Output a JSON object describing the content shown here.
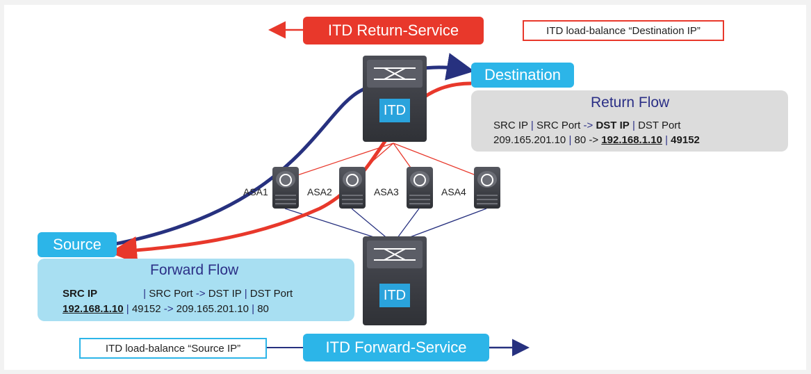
{
  "return_service": {
    "label": "ITD Return-Service",
    "note": "ITD load-balance “Destination IP”",
    "color": "#e8382b"
  },
  "forward_service": {
    "label": "ITD Forward-Service",
    "note": "ITD load-balance “Source IP”",
    "color": "#2cb5e8"
  },
  "nodes": {
    "destination": "Destination",
    "source": "Source",
    "top_switch_badge": "ITD",
    "bottom_switch_badge": "ITD",
    "firewalls": [
      "ASA1",
      "ASA2",
      "ASA3",
      "ASA4"
    ]
  },
  "return_flow": {
    "title": "Return Flow",
    "header": {
      "src_ip": "SRC IP",
      "sep1": "|",
      "src_port": "SRC Port",
      "arrow": "->",
      "dst_ip": "DST IP",
      "sep2": "|",
      "dst_port": "DST Port"
    },
    "values": {
      "src_ip": "209.165.201.10",
      "sep1": "|",
      "src_port": "80",
      "arrow": "->",
      "dst_ip": "192.168.1.10",
      "sep2": "|",
      "dst_port": "49152"
    }
  },
  "forward_flow": {
    "title": "Forward Flow",
    "header": {
      "src_ip": "SRC IP",
      "sep1": "|",
      "src_port": "SRC Port",
      "arrow": "->",
      "dst_ip": "DST IP",
      "sep2": "|",
      "dst_port": "DST Port"
    },
    "values": {
      "src_ip": "192.168.1.10",
      "sep1": "|",
      "src_port": "49152",
      "arrow": "->",
      "dst_ip": "209.165.201.10",
      "sep2": "|",
      "dst_port": "80"
    }
  },
  "colors": {
    "blue_path": "#27317f",
    "red_path": "#e8382b",
    "switch_body": "#3a3c42",
    "return_panel": "#dcdcdc",
    "forward_panel": "#a8dff2",
    "pill_blue": "#2cb5e8"
  }
}
